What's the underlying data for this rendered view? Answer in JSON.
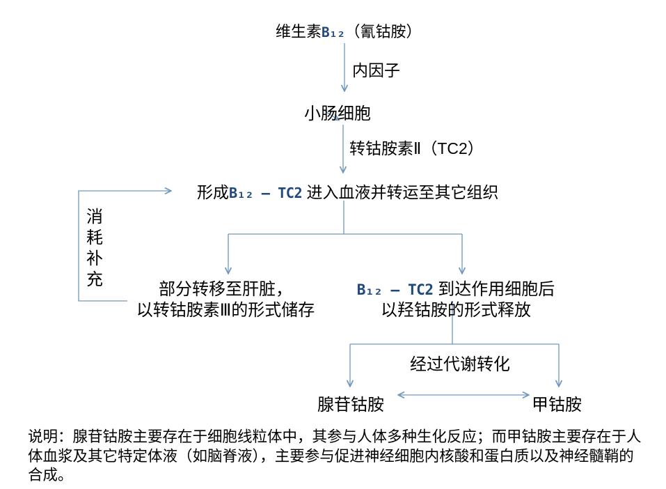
{
  "colors": {
    "connector": "#7096be",
    "b12_accent": "#1f497d",
    "text": "#000000",
    "background": "#ffffff"
  },
  "nodes": {
    "title": {
      "pre": "维生素",
      "b12": "B₁₂",
      "post": "（氰钴胺）"
    },
    "intrinsic_factor_label": "内因子",
    "intestine": "小肠细胞",
    "transcobalamin_label": "转钴胺素Ⅱ（TC2）",
    "blood": {
      "pre": "形成",
      "b12": "B₁₂ – TC2",
      "post": " 进入血液并转运至其它组织"
    },
    "cycle_label": "消耗补充",
    "liver": {
      "line1": "部分转移至肝脏，",
      "line2": "以转钴胺素Ⅲ的形式储存"
    },
    "target_cell": {
      "b12": "B₁₂ – TC2",
      "line1_post": " 到达作用细胞后",
      "line2": "以羟钴胺的形式释放"
    },
    "metabolic_label": "经过代谢转化",
    "adenosylcobalamin": "腺苷钴胺",
    "methylcobalamin": "甲钴胺"
  },
  "note": {
    "lines": [
      "说明：腺苷钴胺主要存在于细胞线粒体中，其参与人体多种生化反应；而甲钴胺主要存在于人",
      "体血浆及其它特定体液（如脑脊液），主要参与促进神经细胞内核酸和蛋白质以及神经髓鞘的",
      "合成。"
    ]
  }
}
